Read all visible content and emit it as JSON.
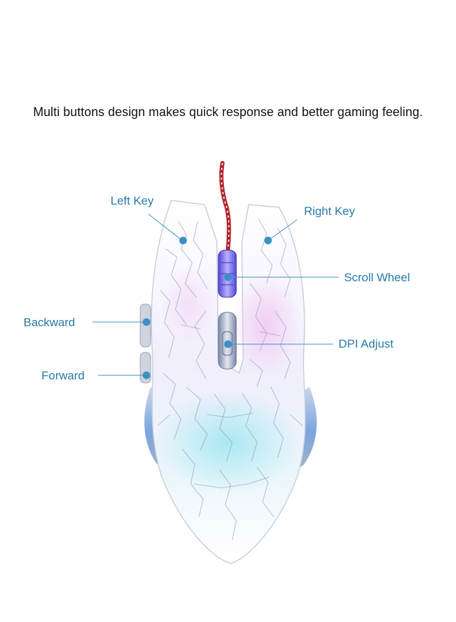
{
  "headline": "Multi buttons design makes quick response and better gaming feeling.",
  "callouts": {
    "left_key": "Left Key",
    "right_key": "Right Key",
    "scroll_wheel": "Scroll Wheel",
    "backward": "Backward",
    "dpi_adjust": "DPI Adjust",
    "forward": "Forward"
  },
  "colors": {
    "callout_text": "#2779a8",
    "leader_line": "#3d8fc4",
    "cable": "#b5232a",
    "scroll_wheel_glow": "#7d6cf0",
    "mouse_shell": "#f7f8fb",
    "side_glow": "#8bbcf0"
  }
}
